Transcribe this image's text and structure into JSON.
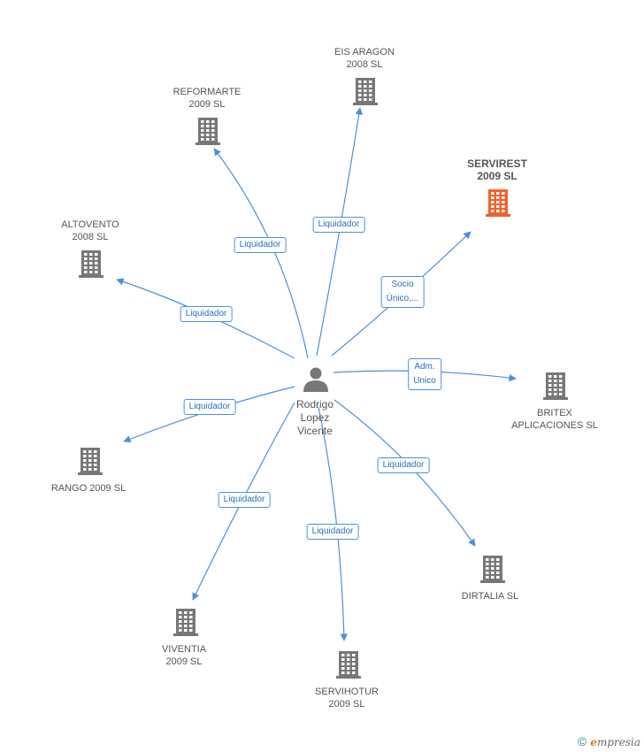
{
  "center": {
    "name_lines": [
      "Rodrigo",
      "Lopez",
      "Vicente"
    ],
    "icon": "person-icon"
  },
  "companies": [
    {
      "id": "eis-aragon",
      "lines": [
        "EIS ARAGON",
        "2008 SL"
      ],
      "icon": "building-icon",
      "highlight": false
    },
    {
      "id": "reformarte",
      "lines": [
        "REFORMARTE",
        "2009 SL"
      ],
      "icon": "building-icon",
      "highlight": false
    },
    {
      "id": "servirest",
      "lines": [
        "SERVIREST",
        "2009 SL"
      ],
      "icon": "building-icon",
      "highlight": true
    },
    {
      "id": "altovento",
      "lines": [
        "ALTOVENTO",
        "2008 SL"
      ],
      "icon": "building-icon",
      "highlight": false
    },
    {
      "id": "britex",
      "lines": [
        "BRITEX",
        "APLICACIONES SL"
      ],
      "icon": "building-icon",
      "highlight": false
    },
    {
      "id": "rango",
      "lines": [
        "RANGO 2009 SL"
      ],
      "icon": "building-icon",
      "highlight": false
    },
    {
      "id": "dirtalia",
      "lines": [
        "DIRTALIA SL"
      ],
      "icon": "building-icon",
      "highlight": false
    },
    {
      "id": "viventia",
      "lines": [
        "VIVENTIA",
        "2009 SL"
      ],
      "icon": "building-icon",
      "highlight": false
    },
    {
      "id": "servihotur",
      "lines": [
        "SERVIHOTUR",
        "2009 SL"
      ],
      "icon": "building-icon",
      "highlight": false
    }
  ],
  "edges": [
    {
      "to": "eis-aragon",
      "label_lines": [
        "Liquidador"
      ]
    },
    {
      "to": "reformarte",
      "label_lines": [
        "Liquidador"
      ]
    },
    {
      "to": "servirest",
      "label_lines": [
        "Socio",
        "Único,..."
      ]
    },
    {
      "to": "altovento",
      "label_lines": [
        "Liquidador"
      ]
    },
    {
      "to": "britex",
      "label_lines": [
        "Adm.",
        "Unico"
      ]
    },
    {
      "to": "rango",
      "label_lines": [
        "Liquidador"
      ]
    },
    {
      "to": "dirtalia",
      "label_lines": [
        "Liquidador"
      ]
    },
    {
      "to": "viventia",
      "label_lines": [
        "Liquidador"
      ]
    },
    {
      "to": "servihotur",
      "label_lines": [
        "Liquidador"
      ]
    }
  ],
  "colors": {
    "edge": "#4a90d9",
    "building": "#777777",
    "building_highlight": "#f0622b",
    "person": "#777777"
  },
  "footer": {
    "copyright": "©",
    "brand_initial": "e",
    "brand_rest": "mpresia"
  }
}
